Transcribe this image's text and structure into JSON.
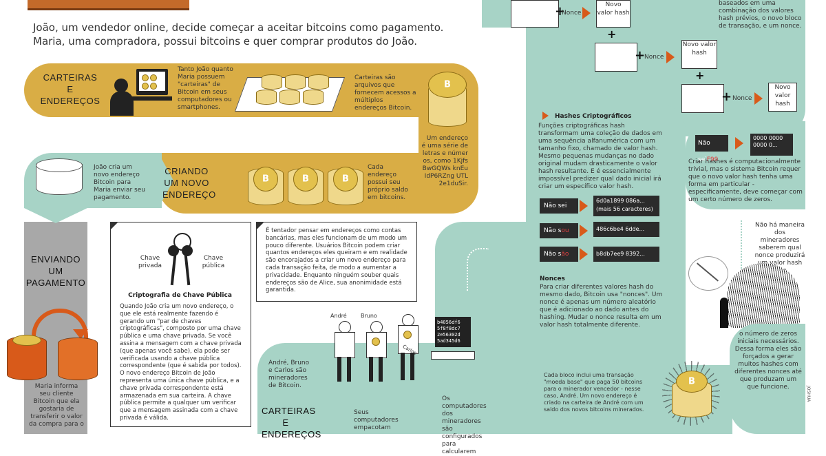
{
  "intro": {
    "line1": "João, um vendedor online, decide começar a aceitar bitcoins como pagamento.",
    "line2": "Maria, uma compradora, possui bitcoins e quer comprar produtos do João."
  },
  "carteiras": {
    "heading": [
      "CARTEIRAS",
      "E",
      "ENDEREÇOS"
    ],
    "text1": "Tanto João quanto Maria possuem \"carteiras\" de Bitcoin em seus computadores ou smartphones.",
    "text2": "Carteiras são arquivos que fornecem acessos a múltiplos endereços Bitcoin.",
    "text3": "Um endereço é uma série de letras e números, como 1KjfsBwGQWs knEuIdP6RZng UTL2e1duSir."
  },
  "criando": {
    "heading": [
      "CRIANDO",
      "UM NOVO",
      "ENDEREÇO"
    ],
    "text1": "João cria um novo endereço Bitcoin para Maria enviar seu pagamento.",
    "text2": "Cada endereço possui seu próprio saldo em bitcoins."
  },
  "enviando": {
    "heading": [
      "ENVIANDO",
      "UM",
      "PAGAMENTO"
    ],
    "text": "Maria informa seu cliente Bitcoin que ela gostaria de transferir o valor da compra para o"
  },
  "criptografia": {
    "label_private": "Chave privada",
    "label_public": "Chave pública",
    "title": "Criptografia de Chave Pública",
    "text": "Quando João cria um novo endereço, o que ele está realmente fazendo é gerando um \"par de chaves criptográficas\", composto por uma chave pública e uma chave privada. Se você assina a mensagem com a chave privada (que apenas você sabe), ela pode ser verificada usando a chave pública correspondente (que é sabida por todos). O novo endereço Bitcoin de João representa uma única chave pública, e a chave privada correspondente está armazenada em sua carteira. A chave pública permite a qualquer um verificar que a mensagem assinada com a chave privada é válida."
  },
  "tentador": {
    "text": "É tentador pensar em endereços como contas bancárias, mas eles funcionam de um modo um pouco diferente. Usuários Bitcoin podem criar quantos endereços eles queiram e em realidade são encorajados a criar um novo endereço para cada transação feita, de modo a aumentar a privacidade. Enquanto ninguém souber quais endereços são de Alice, sua anonimidade está garantida."
  },
  "mineradores": {
    "names": [
      "André",
      "Bruno",
      "Carlos"
    ],
    "text": "André, Bruno e Carlos são mineradores de Bitcoin.",
    "hex": [
      "b4056df6",
      "5f8f8dc7",
      "2e56302d",
      "5ad345d6"
    ],
    "heading2": [
      "CARTEIRAS",
      "E",
      "ENDEREÇOS"
    ],
    "text2": "Seus computadores empacotam",
    "text3": "Os computadores dos mineradores são configurados para calcularem"
  },
  "nonce_chain": {
    "plus": "+",
    "nonce": "Nonce",
    "novo": "Novo valor hash",
    "top_text": "baseados em uma combinação dos valores hash prévios, o novo bloco de transação, e um nonce."
  },
  "hashes": {
    "title": "Hashes Criptográficos",
    "text": "Funções criptográficas hash transformam uma coleção de dados em uma sequência alfanumérica com um tamanho fixo, chamado de valor hash. Mesmo pequenas mudanças no dado original mudam drasticamente o valor hash resultante. E é essencialmente impossível predizer qual dado inicial irá criar um específico valor hash.",
    "rows": [
      {
        "input_pre": "Não sei",
        "input_hi": "",
        "output": "6d0a1899 086a... (mais 56 caracteres)"
      },
      {
        "input_pre": "Não s",
        "input_hi": "ou",
        "output": "486c6be4 6dde..."
      },
      {
        "input_pre": "Não s",
        "input_hi": "ão",
        "output": "b8db7ee9 8392..."
      }
    ]
  },
  "nonces": {
    "title": "Nonces",
    "text": "Para criar diferentes valores hash do mesmo dado, Bitcoin usa \"nonces\". Um nonce é apenas um número aleatório que é adicionado ao dado antes do hashing. Mudar o nonce resulta em um valor hash totalmente diferente."
  },
  "zeros": {
    "input_pre": "Não sei",
    "input_hi": "F99",
    "output": "0000 0000 0000 0...",
    "text": "Criar hashes é computacionalmente trivial, mas o sistema Bitcoin requer que o novo valor hash tenha uma forma em particular - especificamente, deve começar com um certo número de zeros."
  },
  "mineracao": {
    "text1": "Não há maneira dos mineradores saberem qual nonce produzirá um valor hash com",
    "text2": "o número de zeros iniciais necessários. Dessa forma eles são forçados a gerar muitos hashes com diferentes nonces até que produzam um que funcione."
  },
  "moeda_base": {
    "text": "Cada bloco inclui uma transação \"moeda base\" que paga 50 bitcoins para o minerador vencedor - nesse caso, André. Um novo endereço é criado na carteira de André com um saldo dos novos bitcoins minerados."
  },
  "credit": "JOSHUA",
  "colors": {
    "teal": "#a7d3c6",
    "gold": "#d9ad45",
    "orange": "#d85a1a",
    "gray": "#a8a8a8",
    "dark": "#2b2b2b"
  }
}
